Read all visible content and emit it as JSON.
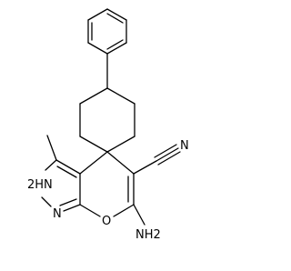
{
  "molecule": {
    "atom_labels": {
      "nh": "2HN",
      "n": "N",
      "o": "O",
      "n_nitrile": "N",
      "nh2": "NH2"
    },
    "colors": {
      "bond": "#000000",
      "label": "#000000",
      "background": "#ffffff"
    }
  }
}
